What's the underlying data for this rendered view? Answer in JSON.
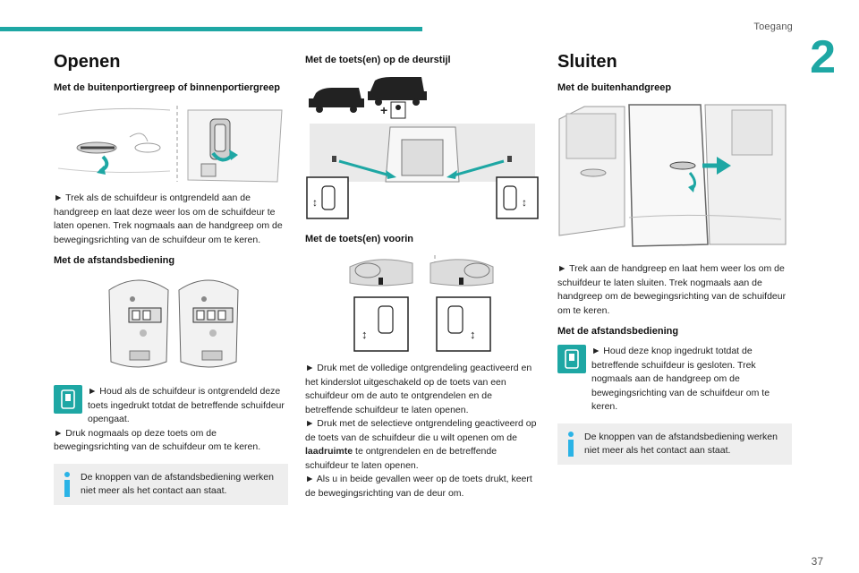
{
  "header": {
    "section": "Toegang",
    "chapter": "2",
    "page": "37"
  },
  "col1": {
    "title": "Openen",
    "sub1": "Met de buitenportiergreep of binnenportiergreep",
    "p1": "► Trek als de schuifdeur is ontgrendeld aan de handgreep en laat deze weer los om de schuifdeur te laten openen. Trek nogmaals aan de handgreep om de bewegingsrichting van de schuifdeur om te keren.",
    "sub2": "Met de afstandsbediening",
    "p2a": "► Houd als de schuifdeur is ontgrendeld deze toets ingedrukt totdat de betreffende schuifdeur opengaat.",
    "p2b": "► Druk nogmaals op deze toets om de bewegingsrichting van de schuifdeur om te keren.",
    "info": "De knoppen van de afstandsbediening werken niet meer als het contact aan staat."
  },
  "col2": {
    "sub1": "Met de toets(en) op de deurstijl",
    "sub2": "Met de toets(en) voorin",
    "p1": "► Druk met de volledige ontgrendeling geactiveerd en het kinderslot uitgeschakeld op de toets van een schuifdeur om de auto te ontgrendelen en de betreffende schuifdeur te laten openen.",
    "p2_pre": "► Druk met de selectieve ontgrendeling geactiveerd op de toets van de schuifdeur die u wilt openen om de ",
    "p2_bold": "laadruimte",
    "p2_post": " te ontgrendelen en de betreffende schuifdeur te laten openen.",
    "p3": "► Als u in beide gevallen weer op de toets drukt, keert de bewegingsrichting van de deur om."
  },
  "col3": {
    "title": "Sluiten",
    "sub1": "Met de buitenhandgreep",
    "p1": "► Trek aan de handgreep en laat hem weer los om de schuifdeur te laten sluiten. Trek nogmaals aan de handgreep om de bewegingsrichting van de schuifdeur om te keren.",
    "sub2": "Met de afstandsbediening",
    "p2": "► Houd deze knop ingedrukt totdat de betreffende schuifdeur is gesloten. Trek nogmaals aan de handgreep om de bewegingsrichting van de schuifdeur om te keren.",
    "info": "De knoppen van de afstandsbediening werken niet meer als het contact aan staat."
  },
  "colors": {
    "accent": "#1ea7a4",
    "info_bg": "#eeeeee",
    "info_bar": "#2ab3e6"
  },
  "icons": [
    "door-handle-icon",
    "remote-key-icon",
    "van-silhouette-icon",
    "child-lock-icon",
    "sliding-door-button-icon",
    "info-icon",
    "remote-key-badge-icon"
  ]
}
